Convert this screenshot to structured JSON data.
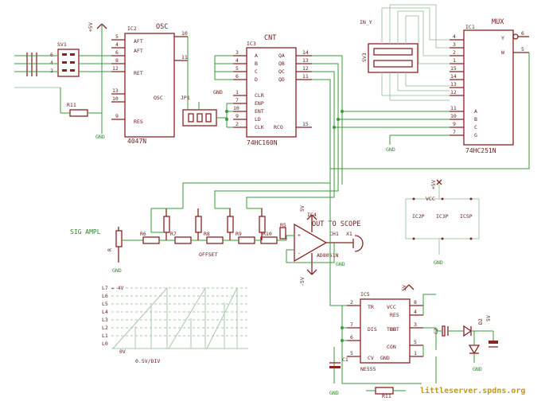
{
  "labels": {
    "top_power": "+5V",
    "osc_name": "OSC",
    "osc_part": "4047N",
    "osc_pin_aft": "AFT",
    "osc_pin_aft2": "AFT",
    "osc_pin_ret": "RET",
    "osc_pin_res": "RES",
    "osc_pin_osc": "OSC",
    "sv1": "SV1",
    "r11": "R11",
    "cnt_name": "CNT",
    "ic3": "IC3",
    "cnt_part": "74HC160N",
    "cnt_pin_a": "A",
    "cnt_pin_b": "B",
    "cnt_pin_c": "C",
    "cnt_pin_d": "D",
    "cnt_pin_clr": "CLR",
    "cnt_pin_enp": "ENP",
    "cnt_pin_ent": "ENT",
    "cnt_pin_ld": "LD",
    "cnt_pin_clk": "CLK",
    "cnt_pin_qa": "QA",
    "cnt_pin_qb": "QB",
    "cnt_pin_qc": "QC",
    "cnt_pin_qd": "QD",
    "cnt_pin_rco": "RCO",
    "gnd": "GND",
    "ic1": "IC1",
    "ic2": "IC2",
    "in_y": "IN_Y",
    "sv3": "SV3",
    "mux_name": "MUX",
    "mux_part": "74HC251N",
    "mux_pin_a": "A",
    "mux_pin_b": "B",
    "mux_pin_c": "C",
    "mux_pin_g": "G",
    "mux_pin_y": "Y",
    "mux_pin_w": "W",
    "sig_ampl": "SIG AMPL",
    "r_label": "R",
    "r6": "R6",
    "r7": "R7",
    "r8": "R8",
    "r9": "R9",
    "r10": "R10",
    "offset": "OFFSET",
    "to_scope": "OUT TO SCOPE",
    "x1": "X1",
    "pin_ch1": "CH1",
    "ic4": "IC4",
    "ic4_part": "AD8051N",
    "tri_plus": "+",
    "tri_minus": "-",
    "pwr_5v": "5V",
    "pwr_m5v": "-5V",
    "ic2p": "IC2P",
    "ic3p": "IC3P",
    "ic5p": "IC5P",
    "vcc": "VCC",
    "plus5v": "+5V",
    "level_l7": "L7 = 4V",
    "level_l6": "L6",
    "level_l5": "L5",
    "level_l4": "L4",
    "level_l3": "L3",
    "level_l2": "L2",
    "level_l1": "L1",
    "level_l0": "L0",
    "zero_v": "0V",
    "div": "0.5V/DIV",
    "ic5": "IC5",
    "ne555": "NE555",
    "pin_tr": "TR",
    "pin_dis": "DIS",
    "pin_thr": "THR",
    "pin_cv": "CV",
    "pin_gnd": "GND",
    "pin_vcc": "VCC",
    "pin_out": "OUT",
    "pin_con": "CON",
    "pin_res": "RES",
    "c1": "C1",
    "c2": "C2",
    "d2": "D2",
    "r11b": "R11",
    "five_v": "5V",
    "watermark": "littleserver.spdns.org"
  },
  "colors": {
    "wire": "#3a9a3a",
    "part": "#8b2323",
    "faint": "#a8c8a8",
    "watermark": "#c29a10"
  },
  "pin_numbers": {
    "osc_left": [
      "5",
      "4",
      "6",
      "8",
      "12",
      "13",
      "10",
      "9"
    ],
    "osc_right": [
      "10",
      "11"
    ],
    "cnt_left": [
      "3",
      "4",
      "5",
      "6",
      "1",
      "7",
      "10",
      "9",
      "2"
    ],
    "cnt_right": [
      "14",
      "13",
      "12",
      "11",
      "15"
    ],
    "mux_left": [
      "4",
      "3",
      "2",
      "1",
      "15",
      "14",
      "13",
      "12",
      "11",
      "10",
      "9",
      "7"
    ],
    "mux_right": [
      "6",
      "5"
    ],
    "ne555_left": [
      "2",
      "7",
      "6",
      "5"
    ],
    "ne555_right": [
      "8",
      "4",
      "3",
      "5",
      "1"
    ],
    "sv1_pins": [
      "6",
      "4",
      "2"
    ]
  }
}
